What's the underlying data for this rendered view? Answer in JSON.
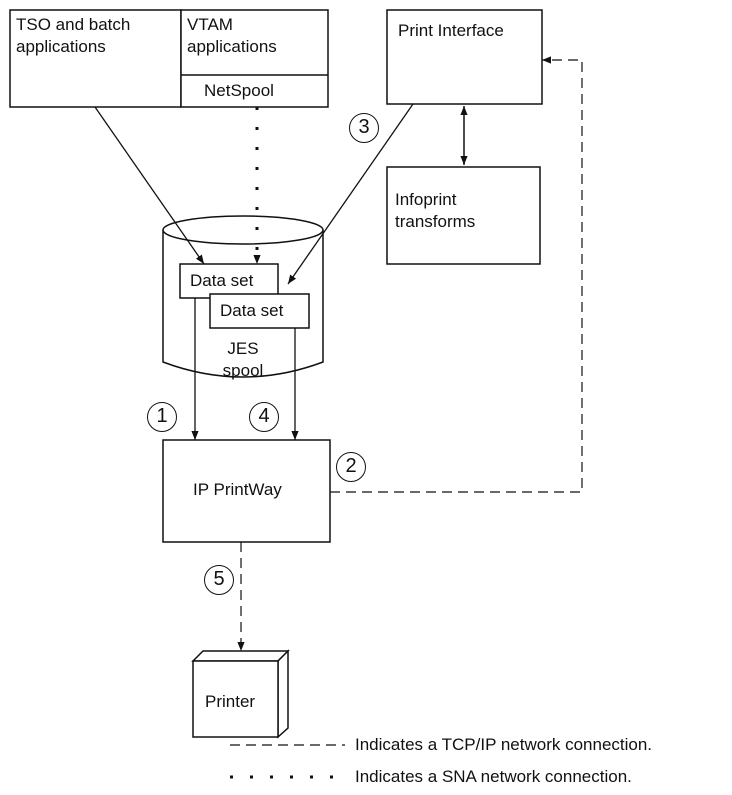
{
  "boxes": {
    "tso": [
      "TSO and batch",
      "applications"
    ],
    "vtam": [
      "VTAM",
      "applications"
    ],
    "netspool": "NetSpool",
    "print_interface": "Print Interface",
    "infoprint": [
      "Infoprint",
      "transforms"
    ],
    "dataset_1": "Data set",
    "dataset_2": "Data set",
    "spool": [
      "JES",
      "spool"
    ],
    "ip_printway": "IP PrintWay",
    "printer": "Printer"
  },
  "steps": [
    "1",
    "2",
    "3",
    "4",
    "5"
  ],
  "legend": {
    "tcpip": "Indicates a TCP/IP network connection.",
    "sna": "Indicates a SNA network connection."
  },
  "colors": {
    "line": "#111111",
    "background": "#ffffff"
  }
}
